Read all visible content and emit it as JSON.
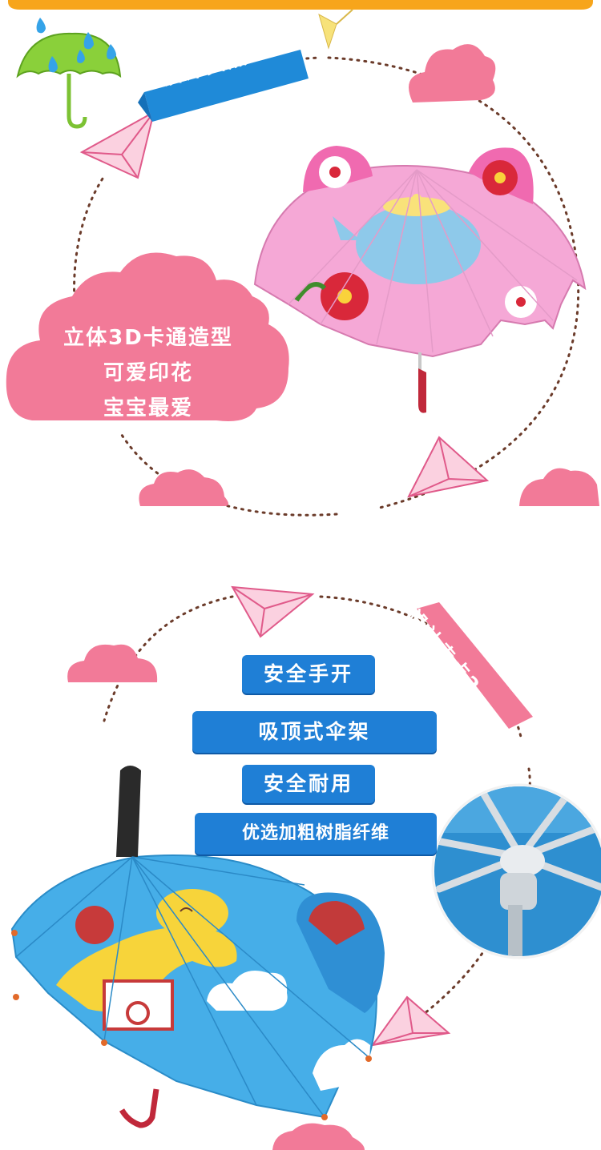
{
  "section1": {
    "tag": "设计卖点1",
    "cloud_lines": [
      "立体3D卡通造型",
      "可爱印花",
      "宝宝最爱"
    ]
  },
  "section2": {
    "tag": "设计卖点2",
    "features": [
      "安全手开",
      "吸顶式伞架",
      "安全耐用",
      "优选加粗树脂纤维"
    ]
  },
  "colors": {
    "accent_pink": "#f26d8e",
    "badge_blue": "#1f7fd6",
    "top_banner": "#f7a51b",
    "dots": "#6b3b2a"
  },
  "icons": [
    "umbrella-rain-icon",
    "paper-plane-icon",
    "cloud-icon"
  ]
}
